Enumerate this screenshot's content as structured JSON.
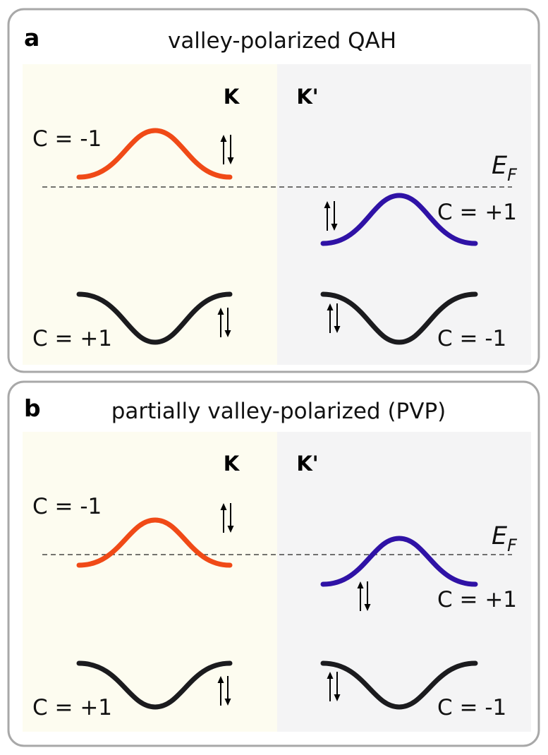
{
  "colors": {
    "conduction_k": "#f04a17",
    "conduction_kp": "#2f12a6",
    "valence": "#1b1b1e"
  },
  "panel_a": {
    "letter": "a",
    "title": "valley-polarized QAH",
    "valley_k": "K",
    "valley_kp": "K'",
    "fermi_level": "E",
    "fermi_sub": "F",
    "chern_k_conduction": "C = -1",
    "chern_kp_conduction": "C = +1",
    "chern_k_valence": "C = +1",
    "chern_kp_valence": "C = -1"
  },
  "panel_b": {
    "letter": "b",
    "title": "partially valley-polarized (PVP)",
    "valley_k": "K",
    "valley_kp": "K'",
    "fermi_level": "E",
    "fermi_sub": "F",
    "chern_k_conduction": "C = -1",
    "chern_kp_conduction": "C = +1",
    "chern_k_valence": "C = +1",
    "chern_kp_valence": "C = -1"
  }
}
